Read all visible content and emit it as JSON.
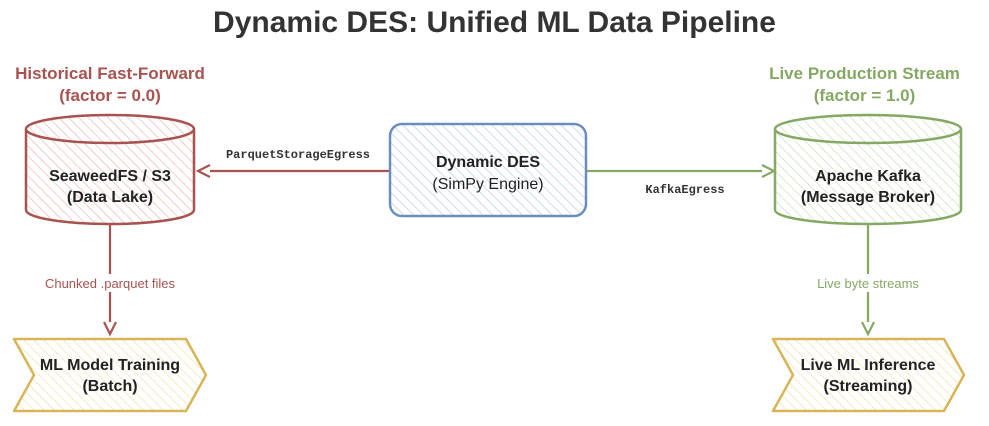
{
  "title": "Dynamic DES: Unified ML Data Pipeline",
  "historical": {
    "heading_line1": "Historical Fast-Forward",
    "heading_line2": "(factor = 0.0)",
    "color": "#a8534f",
    "store_line1": "SeaweedFS / S3",
    "store_line2": "(Data Lake)",
    "edge_label": "Chunked .parquet files",
    "sink_line1": "ML Model Training",
    "sink_line2": "(Batch)"
  },
  "engine": {
    "line1": "Dynamic DES",
    "line2": "(SimPy Engine)",
    "color": "#6c8ebf"
  },
  "live": {
    "heading_line1": "Live Production Stream",
    "heading_line2": "(factor = 1.0)",
    "color": "#86a865",
    "store_line1": "Apache Kafka",
    "store_line2": "(Message Broker)",
    "edge_label": "Live byte streams",
    "sink_line1": "Live ML Inference",
    "sink_line2": "(Streaming)"
  },
  "egress": {
    "left_label": "ParquetStorageEgress",
    "right_label": "KafkaEgress"
  },
  "sink_color": "#d6b656"
}
